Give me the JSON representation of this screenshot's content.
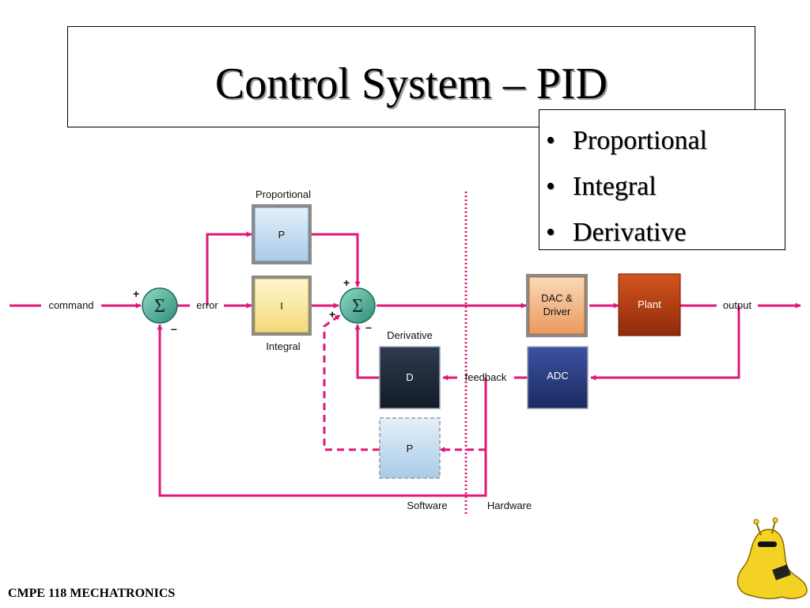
{
  "slide": {
    "title": "Control System – PID",
    "bullets": [
      "Proportional",
      "Integral",
      "Derivative"
    ],
    "footer": "CMPE 118 MECHATRONICS"
  },
  "diagram": {
    "labels": {
      "command": "command",
      "error": "error",
      "output": "output",
      "feedback": "feedback",
      "software": "Software",
      "hardware": "Hardware",
      "proportional": "Proportional",
      "integral": "Integral",
      "derivative": "Derivative"
    },
    "blocks": {
      "p_top": "P",
      "i": "I",
      "d": "D",
      "p_bottom": "P",
      "dac_line1": "DAC &",
      "dac_line2": "Driver",
      "plant": "Plant",
      "adc": "ADC"
    },
    "sum_symbol": "Σ",
    "signs": {
      "plus": "+",
      "minus": "–"
    }
  },
  "colors": {
    "signal": "#e0187a",
    "sum_node": "#3ca28c",
    "p_block": "#c7dff2",
    "i_block": "#fbeaa6",
    "dac_block": "#f2b683",
    "plant_block": "#b3360f",
    "adc_block": "#26387a",
    "d_block": "#1e2a3a"
  }
}
